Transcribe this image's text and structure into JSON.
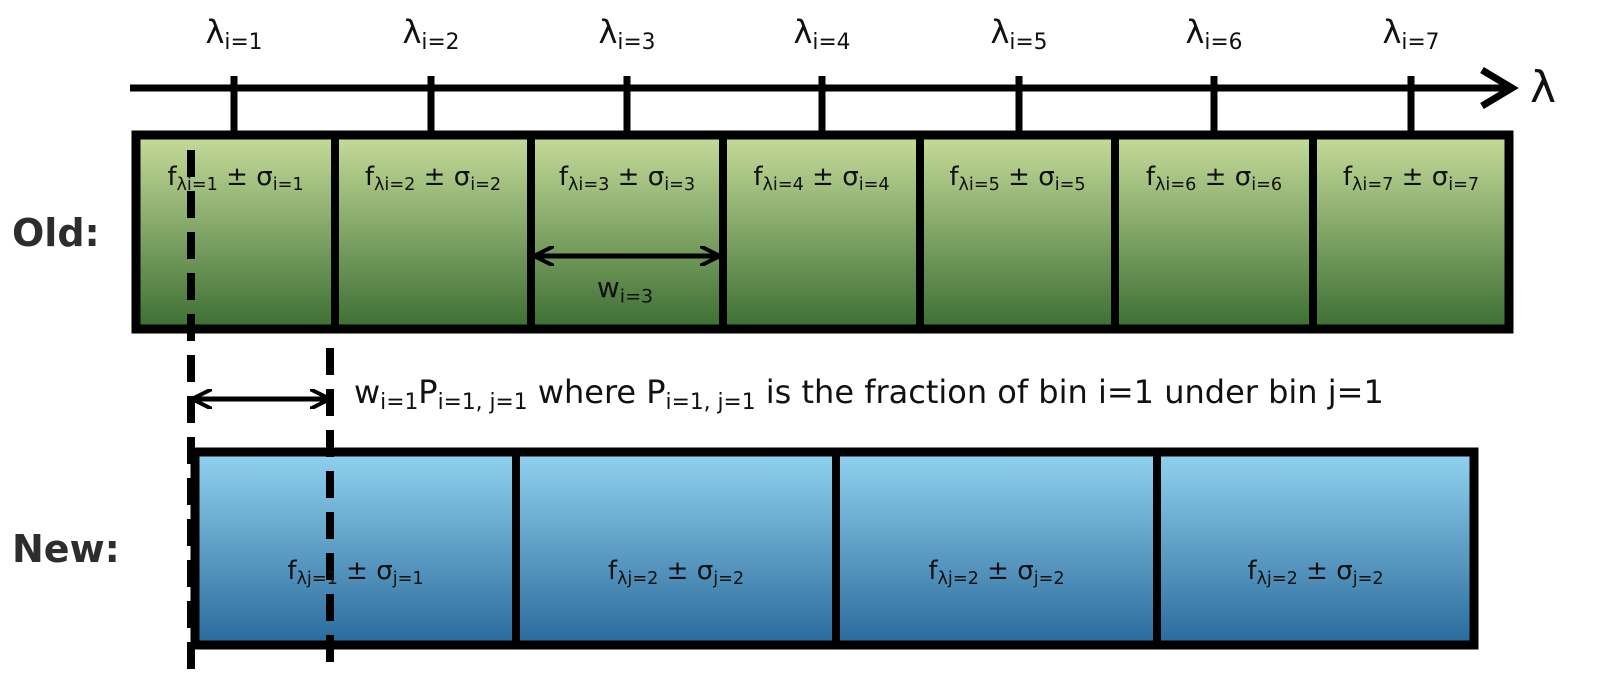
{
  "axis": {
    "symbol": "λ"
  },
  "ticks": [
    {
      "sym": "λ",
      "sub": "i=1"
    },
    {
      "sym": "λ",
      "sub": "i=2"
    },
    {
      "sym": "λ",
      "sub": "i=3"
    },
    {
      "sym": "λ",
      "sub": "i=4"
    },
    {
      "sym": "λ",
      "sub": "i=5"
    },
    {
      "sym": "λ",
      "sub": "i=6"
    },
    {
      "sym": "λ",
      "sub": "i=7"
    }
  ],
  "old": {
    "label": "Old:",
    "bins": [
      {
        "f": "f",
        "fsub": "λi=1",
        "pm": "±",
        "s": "σ",
        "ssub": "i=1"
      },
      {
        "f": "f",
        "fsub": "λi=2",
        "pm": "±",
        "s": "σ",
        "ssub": "i=2"
      },
      {
        "f": "f",
        "fsub": "λi=3",
        "pm": "±",
        "s": "σ",
        "ssub": "i=3"
      },
      {
        "f": "f",
        "fsub": "λi=4",
        "pm": "±",
        "s": "σ",
        "ssub": "i=4"
      },
      {
        "f": "f",
        "fsub": "λi=5",
        "pm": "±",
        "s": "σ",
        "ssub": "i=5"
      },
      {
        "f": "f",
        "fsub": "λi=6",
        "pm": "±",
        "s": "σ",
        "ssub": "i=6"
      },
      {
        "f": "f",
        "fsub": "λi=7",
        "pm": "±",
        "s": "σ",
        "ssub": "i=7"
      }
    ],
    "width": {
      "sym": "w",
      "sub": "i=3"
    },
    "colors": {
      "top": "#c6dc9a",
      "bottom": "#3c6e33"
    }
  },
  "new": {
    "label": "New:",
    "bins": [
      {
        "f": "f",
        "fsub": "λj=1",
        "pm": "±",
        "s": "σ",
        "ssub": "j=1"
      },
      {
        "f": "f",
        "fsub": "λj=2",
        "pm": "±",
        "s": "σ",
        "ssub": "j=2"
      },
      {
        "f": "f",
        "fsub": "λj=2",
        "pm": "±",
        "s": "σ",
        "ssub": "j=2"
      },
      {
        "f": "f",
        "fsub": "λj=2",
        "pm": "±",
        "s": "σ",
        "ssub": "j=2"
      }
    ],
    "colors": {
      "top": "#92d2ef",
      "bottom": "#2a6a9c"
    }
  },
  "explanation": {
    "w": "w",
    "wsub": "i=1",
    "p": "P",
    "psub": "i=1, j=1",
    "middle": "where P",
    "psub2": "i=1, j=1",
    "rest": "is the fraction of bin i=1 under bin j=1"
  }
}
